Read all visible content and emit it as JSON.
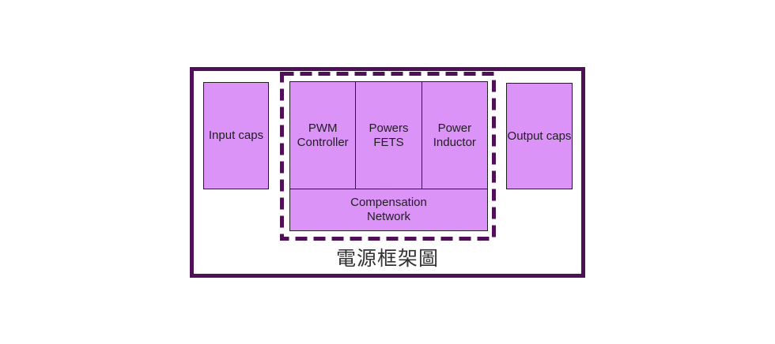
{
  "diagram": {
    "title": "電源框架圖",
    "blocks": {
      "input_caps": {
        "label": "Input caps"
      },
      "pwm_controller": {
        "label": "PWM Controller"
      },
      "power_fets": {
        "label": "Powers FETS"
      },
      "power_inductor": {
        "label": "Power Inductor"
      },
      "compensation_network": {
        "label": "Compensation Network"
      },
      "output_caps": {
        "label": "Output caps"
      }
    },
    "colors": {
      "frame_border": "#4F1058",
      "dashed_border": "#4F1058",
      "block_fill": "#DC93F8",
      "block_border": "#1F1F1F",
      "label_text": "#1F1F1F",
      "title_text": "#333333",
      "background": "#FFFFFF"
    }
  }
}
